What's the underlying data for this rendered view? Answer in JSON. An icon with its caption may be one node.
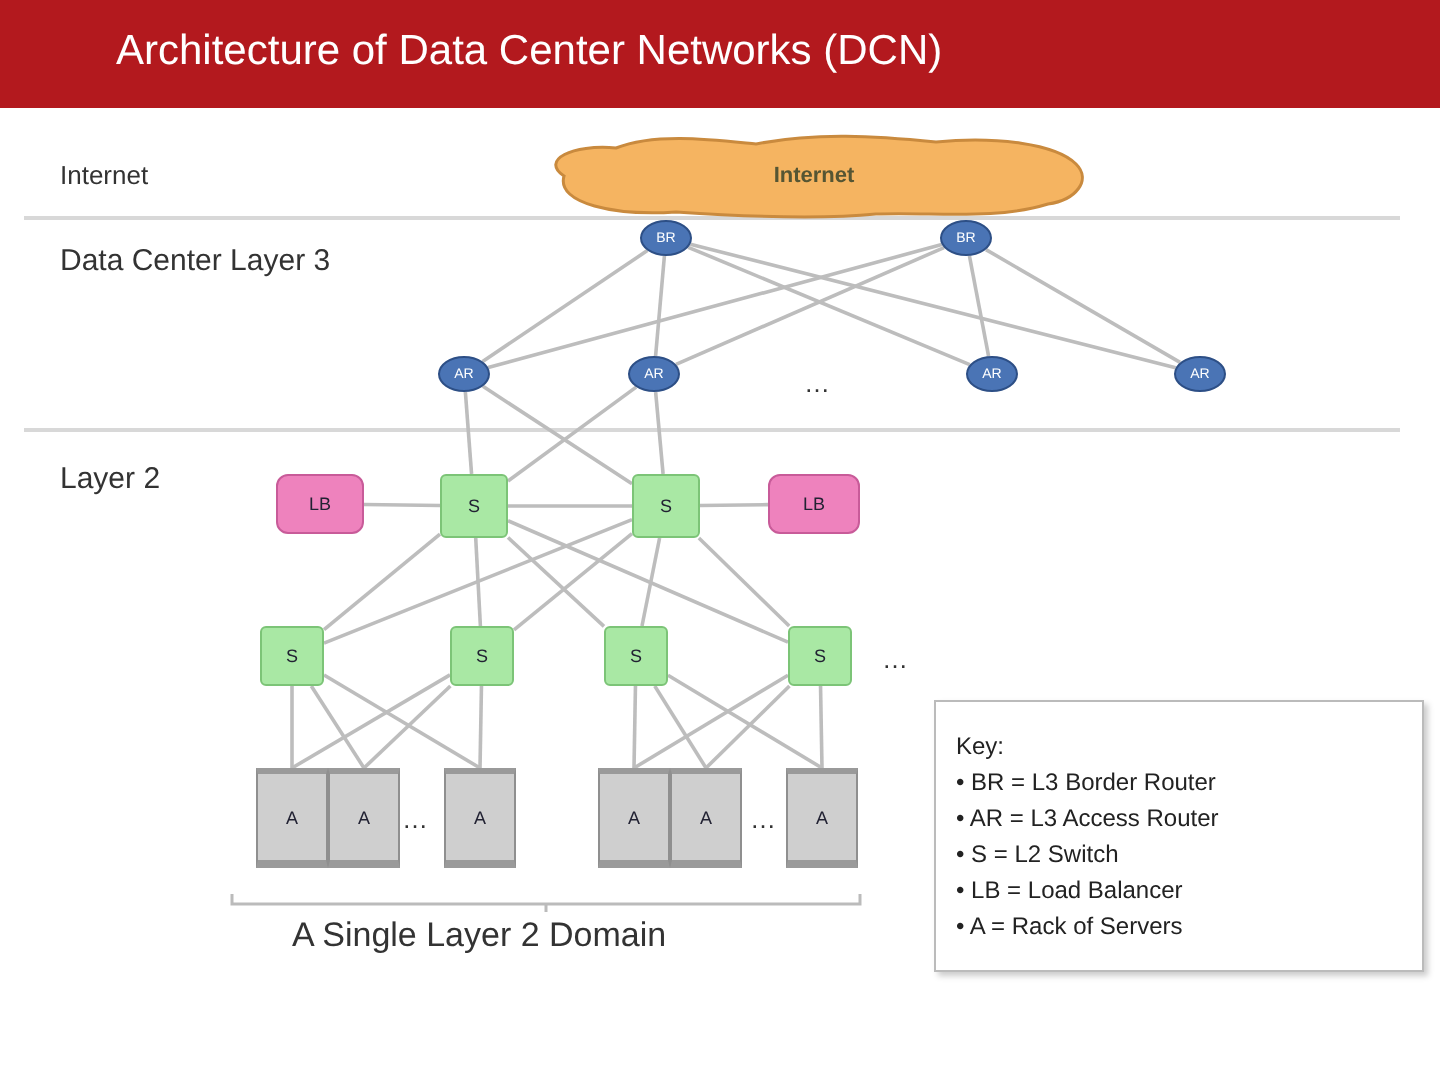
{
  "diagram": {
    "title": "Architecture of Data Center Networks (DCN)",
    "nodes": [
      {
        "text": [
          "Internet"
        ]
      },
      {
        "text": [
          "BR"
        ]
      },
      {
        "text": [
          "BR"
        ]
      },
      {
        "text": [
          "AR"
        ]
      },
      {
        "text": [
          "AR"
        ]
      },
      {
        "text": [
          "AR"
        ]
      },
      {
        "text": [
          "AR"
        ]
      },
      {
        "text": [
          "LB"
        ]
      },
      {
        "text": [
          "S"
        ]
      },
      {
        "text": [
          "S"
        ]
      },
      {
        "text": [
          "LB"
        ]
      },
      {
        "text": [
          "S"
        ]
      },
      {
        "text": [
          "S"
        ]
      },
      {
        "text": [
          "S"
        ]
      },
      {
        "text": [
          "S"
        ]
      },
      {
        "text": [
          "A"
        ]
      },
      {
        "text": [
          "A"
        ]
      },
      {
        "text": [
          "A"
        ]
      },
      {
        "text": [
          "A"
        ]
      },
      {
        "text": [
          "A"
        ]
      },
      {
        "text": [
          "A"
        ]
      },
      {
        "text": [
          "Key:",
          "• BR = L3 Border Router",
          "• AR = L3 Access Router",
          "• S = L2 Switch",
          "• LB = Load Balancer",
          "• A = Rack of Servers"
        ]
      }
    ],
    "edges": [
      {
        "from": 1,
        "to": 3,
        "arrow": "none"
      },
      {
        "from": 1,
        "to": 4,
        "arrow": "none"
      },
      {
        "from": 1,
        "to": 5,
        "arrow": "none"
      },
      {
        "from": 1,
        "to": 6,
        "arrow": "none"
      },
      {
        "from": 2,
        "to": 3,
        "arrow": "none"
      },
      {
        "from": 2,
        "to": 4,
        "arrow": "none"
      },
      {
        "from": 2,
        "to": 5,
        "arrow": "none"
      },
      {
        "from": 2,
        "to": 6,
        "arrow": "none"
      },
      {
        "from": 3,
        "to": 8,
        "arrow": "none"
      },
      {
        "from": 3,
        "to": 9,
        "arrow": "none"
      },
      {
        "from": 4,
        "to": 8,
        "arrow": "none"
      },
      {
        "from": 4,
        "to": 9,
        "arrow": "none"
      },
      {
        "from": 7,
        "to": 8,
        "arrow": "none"
      },
      {
        "from": 8,
        "to": 9,
        "arrow": "none"
      },
      {
        "from": 9,
        "to": 10,
        "arrow": "none"
      },
      {
        "from": 8,
        "to": 11,
        "arrow": "none"
      },
      {
        "from": 8,
        "to": 12,
        "arrow": "none"
      },
      {
        "from": 8,
        "to": 13,
        "arrow": "none"
      },
      {
        "from": 8,
        "to": 14,
        "arrow": "none"
      },
      {
        "from": 9,
        "to": 11,
        "arrow": "none"
      },
      {
        "from": 9,
        "to": 12,
        "arrow": "none"
      },
      {
        "from": 9,
        "to": 13,
        "arrow": "none"
      },
      {
        "from": 9,
        "to": 14,
        "arrow": "none"
      },
      {
        "from": 11,
        "to": 15,
        "arrow": "none"
      },
      {
        "from": 11,
        "to": 16,
        "arrow": "none"
      },
      {
        "from": 11,
        "to": 17,
        "arrow": "none"
      },
      {
        "from": 12,
        "to": 15,
        "arrow": "none"
      },
      {
        "from": 12,
        "to": 16,
        "arrow": "none"
      },
      {
        "from": 12,
        "to": 17,
        "arrow": "none"
      },
      {
        "from": 13,
        "to": 18,
        "arrow": "none"
      },
      {
        "from": 13,
        "to": 19,
        "arrow": "none"
      },
      {
        "from": 13,
        "to": 20,
        "arrow": "none"
      },
      {
        "from": 14,
        "to": 18,
        "arrow": "none"
      },
      {
        "from": 14,
        "to": 19,
        "arrow": "none"
      },
      {
        "from": 14,
        "to": 20,
        "arrow": "none"
      }
    ],
    "labels": [
      "Internet",
      "Data Center Layer 3",
      "…",
      "Layer 2",
      "…",
      "…",
      "…",
      "A Single Layer 2 Domain"
    ]
  }
}
